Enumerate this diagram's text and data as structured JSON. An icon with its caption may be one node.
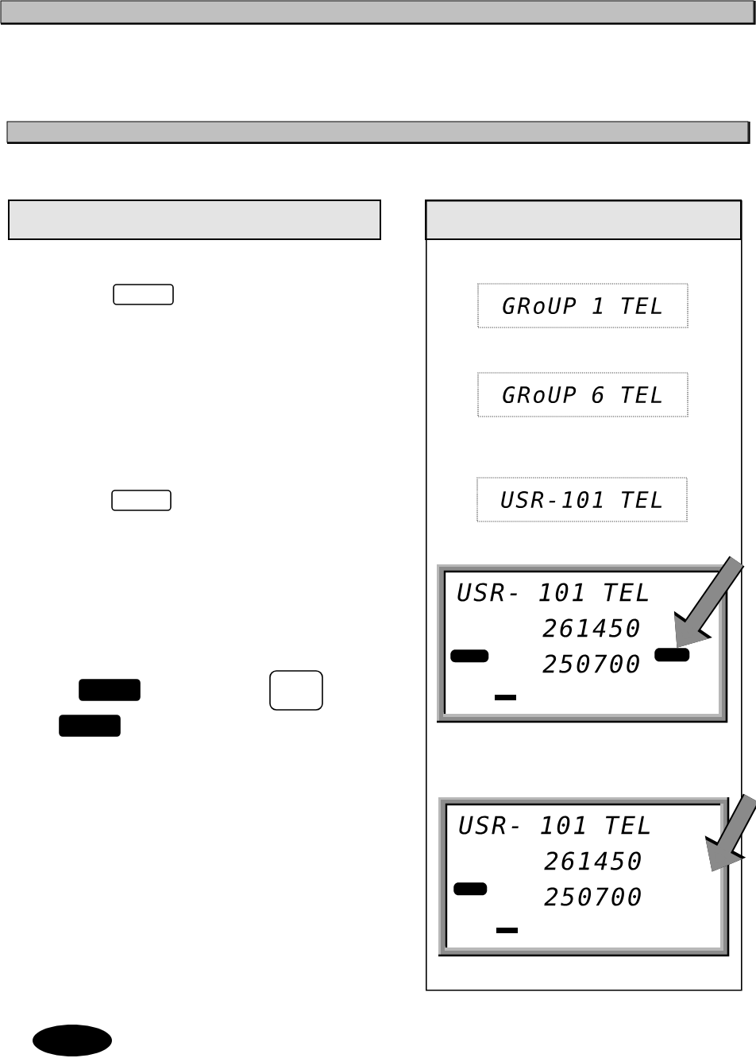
{
  "diagram": {
    "nodes": [
      {
        "text": [],
        "shape": "box"
      },
      {
        "text": [
          "GRoUP 1 TEL"
        ],
        "in": 0
      },
      {
        "text": [
          "GRoUP 6 TEL"
        ],
        "in": 0
      },
      {
        "text": [
          "USR-101 TEL"
        ],
        "in": 0
      },
      {
        "text": [
          "USR- 101 TEL",
          "261450",
          "250700"
        ],
        "in": 0
      },
      {
        "text": [],
        "shape": "bar",
        "in": 4
      },
      {
        "text": [],
        "shape": "bar",
        "in": 4
      },
      {
        "text": [
          "USR- 101 TEL",
          "261450",
          "250700"
        ],
        "in": 0
      },
      {
        "text": [],
        "shape": "bar",
        "in": 7
      }
    ],
    "edges": [
      {
        "from": null,
        "to": 6,
        "arrow": "to"
      },
      {
        "from": null,
        "to": 7,
        "arrow": "to"
      }
    ]
  }
}
